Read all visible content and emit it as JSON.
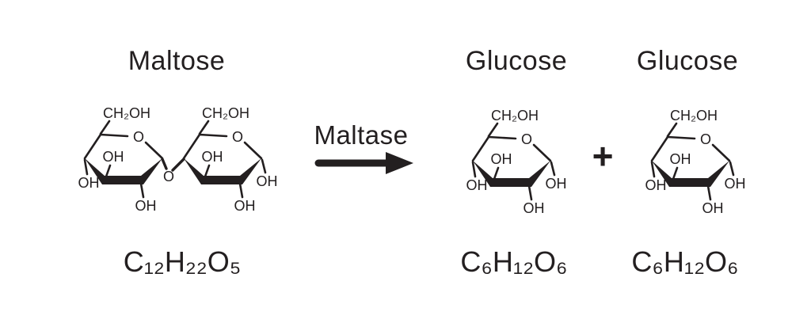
{
  "reaction": {
    "reactant": {
      "name": "Maltose",
      "formula": "C₁₂H₂₂O₅"
    },
    "enzyme": "Maltase",
    "plus_sign": "+",
    "products": [
      {
        "name": "Glucose",
        "formula": "C₆H₁₂O₆"
      },
      {
        "name": "Glucose",
        "formula": "C₆H₁₂O₆"
      }
    ]
  },
  "structure_labels": {
    "ch2oh": "CH₂OH",
    "ring_oxygen": "O",
    "hydroxyl": "OH",
    "glycosidic_oxygen": "O"
  },
  "colors": {
    "ink": "#231f20",
    "background": "#ffffff"
  }
}
